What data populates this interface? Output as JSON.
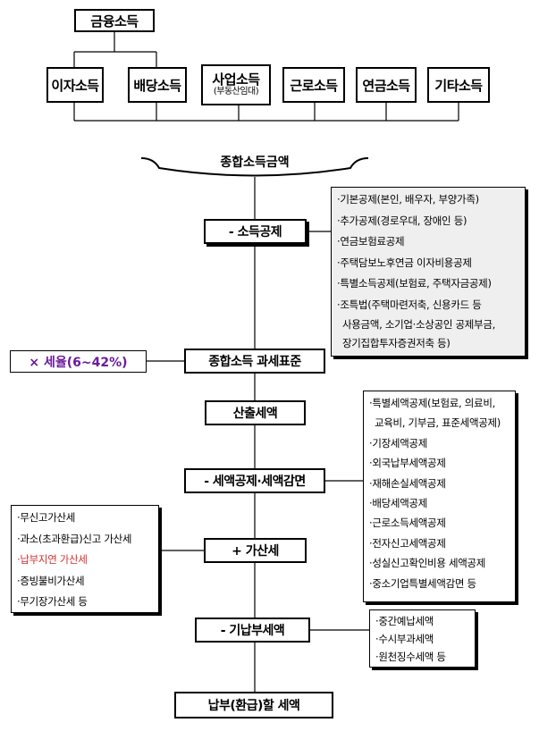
{
  "financial_income": "금융소득",
  "income_types": {
    "interest": "이자소득",
    "dividend": "배당소득",
    "business": "사업소득",
    "business_sub": "(부동산임대)",
    "earned": "근로소득",
    "pension": "연금소득",
    "other": "기타소득"
  },
  "gross_income_total": "종합소득금액",
  "income_deduction": "- 소득공제",
  "income_deduction_items": [
    "·기본공제(본인,  배우자,  부양가족)",
    "·추가공제(경로우대,  장애인 등)",
    "·연금보험료공제",
    "·주택담보노후연금 이자비용공제",
    "·특별소득공제(보험료,  주택자금공제)",
    "·조특법(주택마련저축,  신용카드 등",
    "사용금액,  소기업·소상공인 공제부금,",
    "장기집합투자증권저축 등)"
  ],
  "tax_base": "종합소득 과세표준",
  "tax_rate": "× 세율(6~42%)",
  "calculated_tax": "산출세액",
  "tax_credit": "- 세액공제·세액감면",
  "tax_credit_items": [
    "·특별세액공제(보험료,  의료비,",
    "교육비,  기부금,  표준세액공제)",
    "·기장세액공제",
    "·외국납부세액공제",
    "·재해손실세액공제",
    "·배당세액공제",
    "·근로소득세액공제",
    "·전자신고세액공제",
    "·성실신고확인비용 세액공제",
    "·중소기업특별세액감면 등"
  ],
  "penalty_tax": "+ 가산세",
  "penalty_items": [
    "·무신고가산세",
    "·과소(초과환급)신고 가산세",
    "·납부지연 가산세",
    "·증빙불비가산세",
    "·무기장가산세 등"
  ],
  "prepaid_tax": "- 기납부세액",
  "prepaid_items": [
    "·중간예납세액",
    "·수시부과세액",
    "·원천징수세액 등"
  ],
  "final_tax": "납부(환급)할 세액",
  "colors": {
    "rate": "#6a1b9a",
    "warning": "#d32f2f",
    "gray_panel": "#efefef"
  }
}
